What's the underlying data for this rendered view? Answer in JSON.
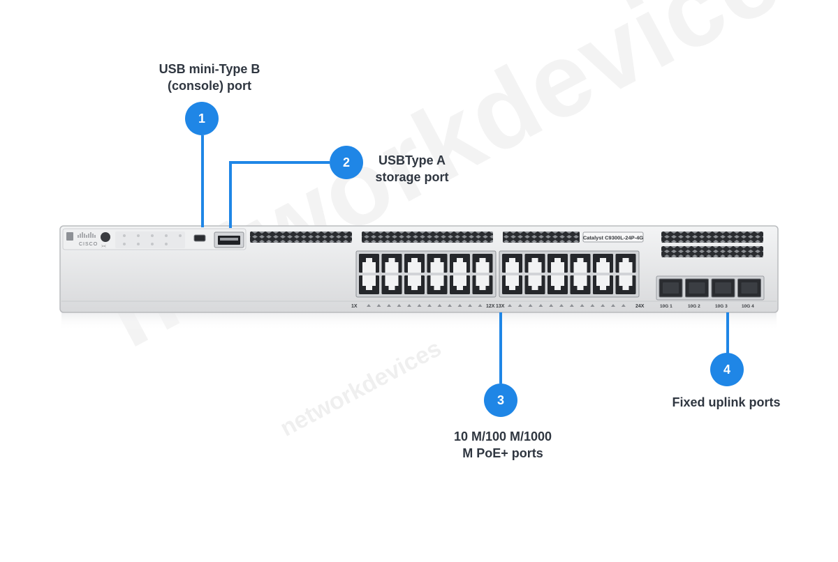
{
  "watermark": {
    "large": "networkdevices",
    "small": "networkdevices"
  },
  "switch": {
    "model": "Catalyst C9300L-24P-4G",
    "brand": "CISCO",
    "port_range_labels": [
      "1X",
      "12X",
      "13X",
      "24X"
    ],
    "uplink_labels": [
      "10G 1",
      "10G 2",
      "10G 3",
      "10G 4"
    ]
  },
  "callouts": [
    {
      "number": "1",
      "lines": [
        "USB mini-Type B",
        "(console) port"
      ]
    },
    {
      "number": "2",
      "lines": [
        "USBType A",
        "storage port"
      ]
    },
    {
      "number": "3",
      "lines": [
        "10 M/100 M/1000",
        "M PoE+ ports"
      ]
    },
    {
      "number": "4",
      "lines": [
        "Fixed uplink ports"
      ]
    }
  ],
  "colors": {
    "accent": "#1f86e6",
    "text": "#2f3640",
    "chassis": "#e6e7e9"
  }
}
